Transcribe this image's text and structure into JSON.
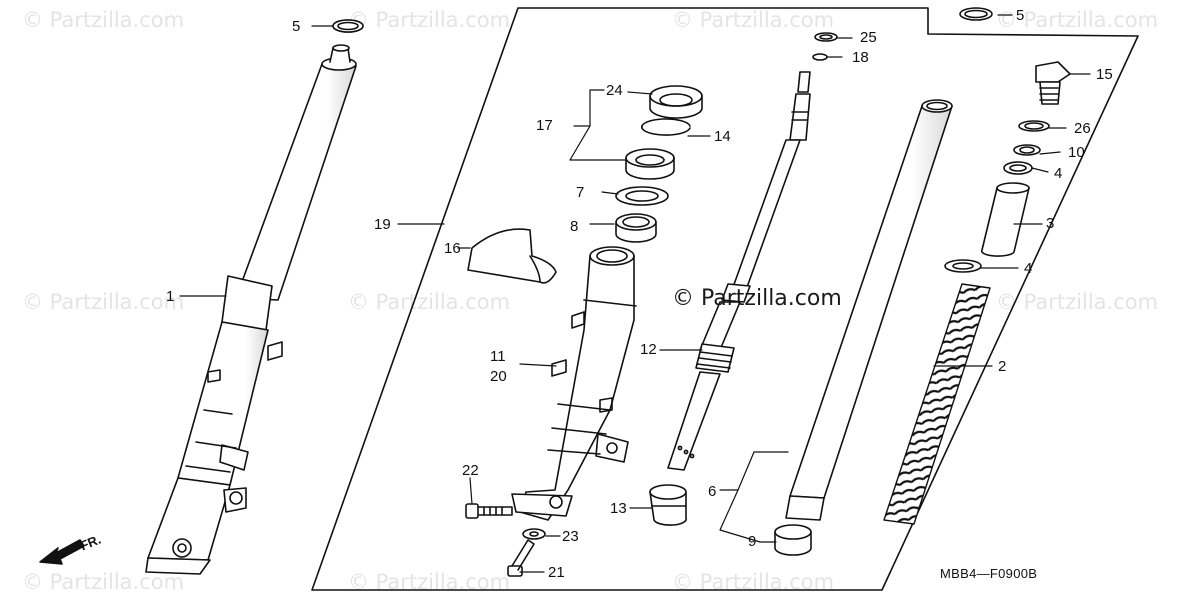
{
  "watermark_text": "© Partzilla.com",
  "figure_code": "MBB4—F0900B",
  "direction_label": "FR.",
  "callouts": [
    "1",
    "2",
    "3",
    "4",
    "4",
    "5",
    "5",
    "6",
    "7",
    "8",
    "9",
    "10",
    "11",
    "12",
    "13",
    "14",
    "15",
    "16",
    "17",
    "18",
    "19",
    "20",
    "21",
    "22",
    "23",
    "24",
    "25",
    "26"
  ],
  "colors": {
    "line": "#111111",
    "watermark": "#e4e4e4",
    "background": "#ffffff"
  }
}
